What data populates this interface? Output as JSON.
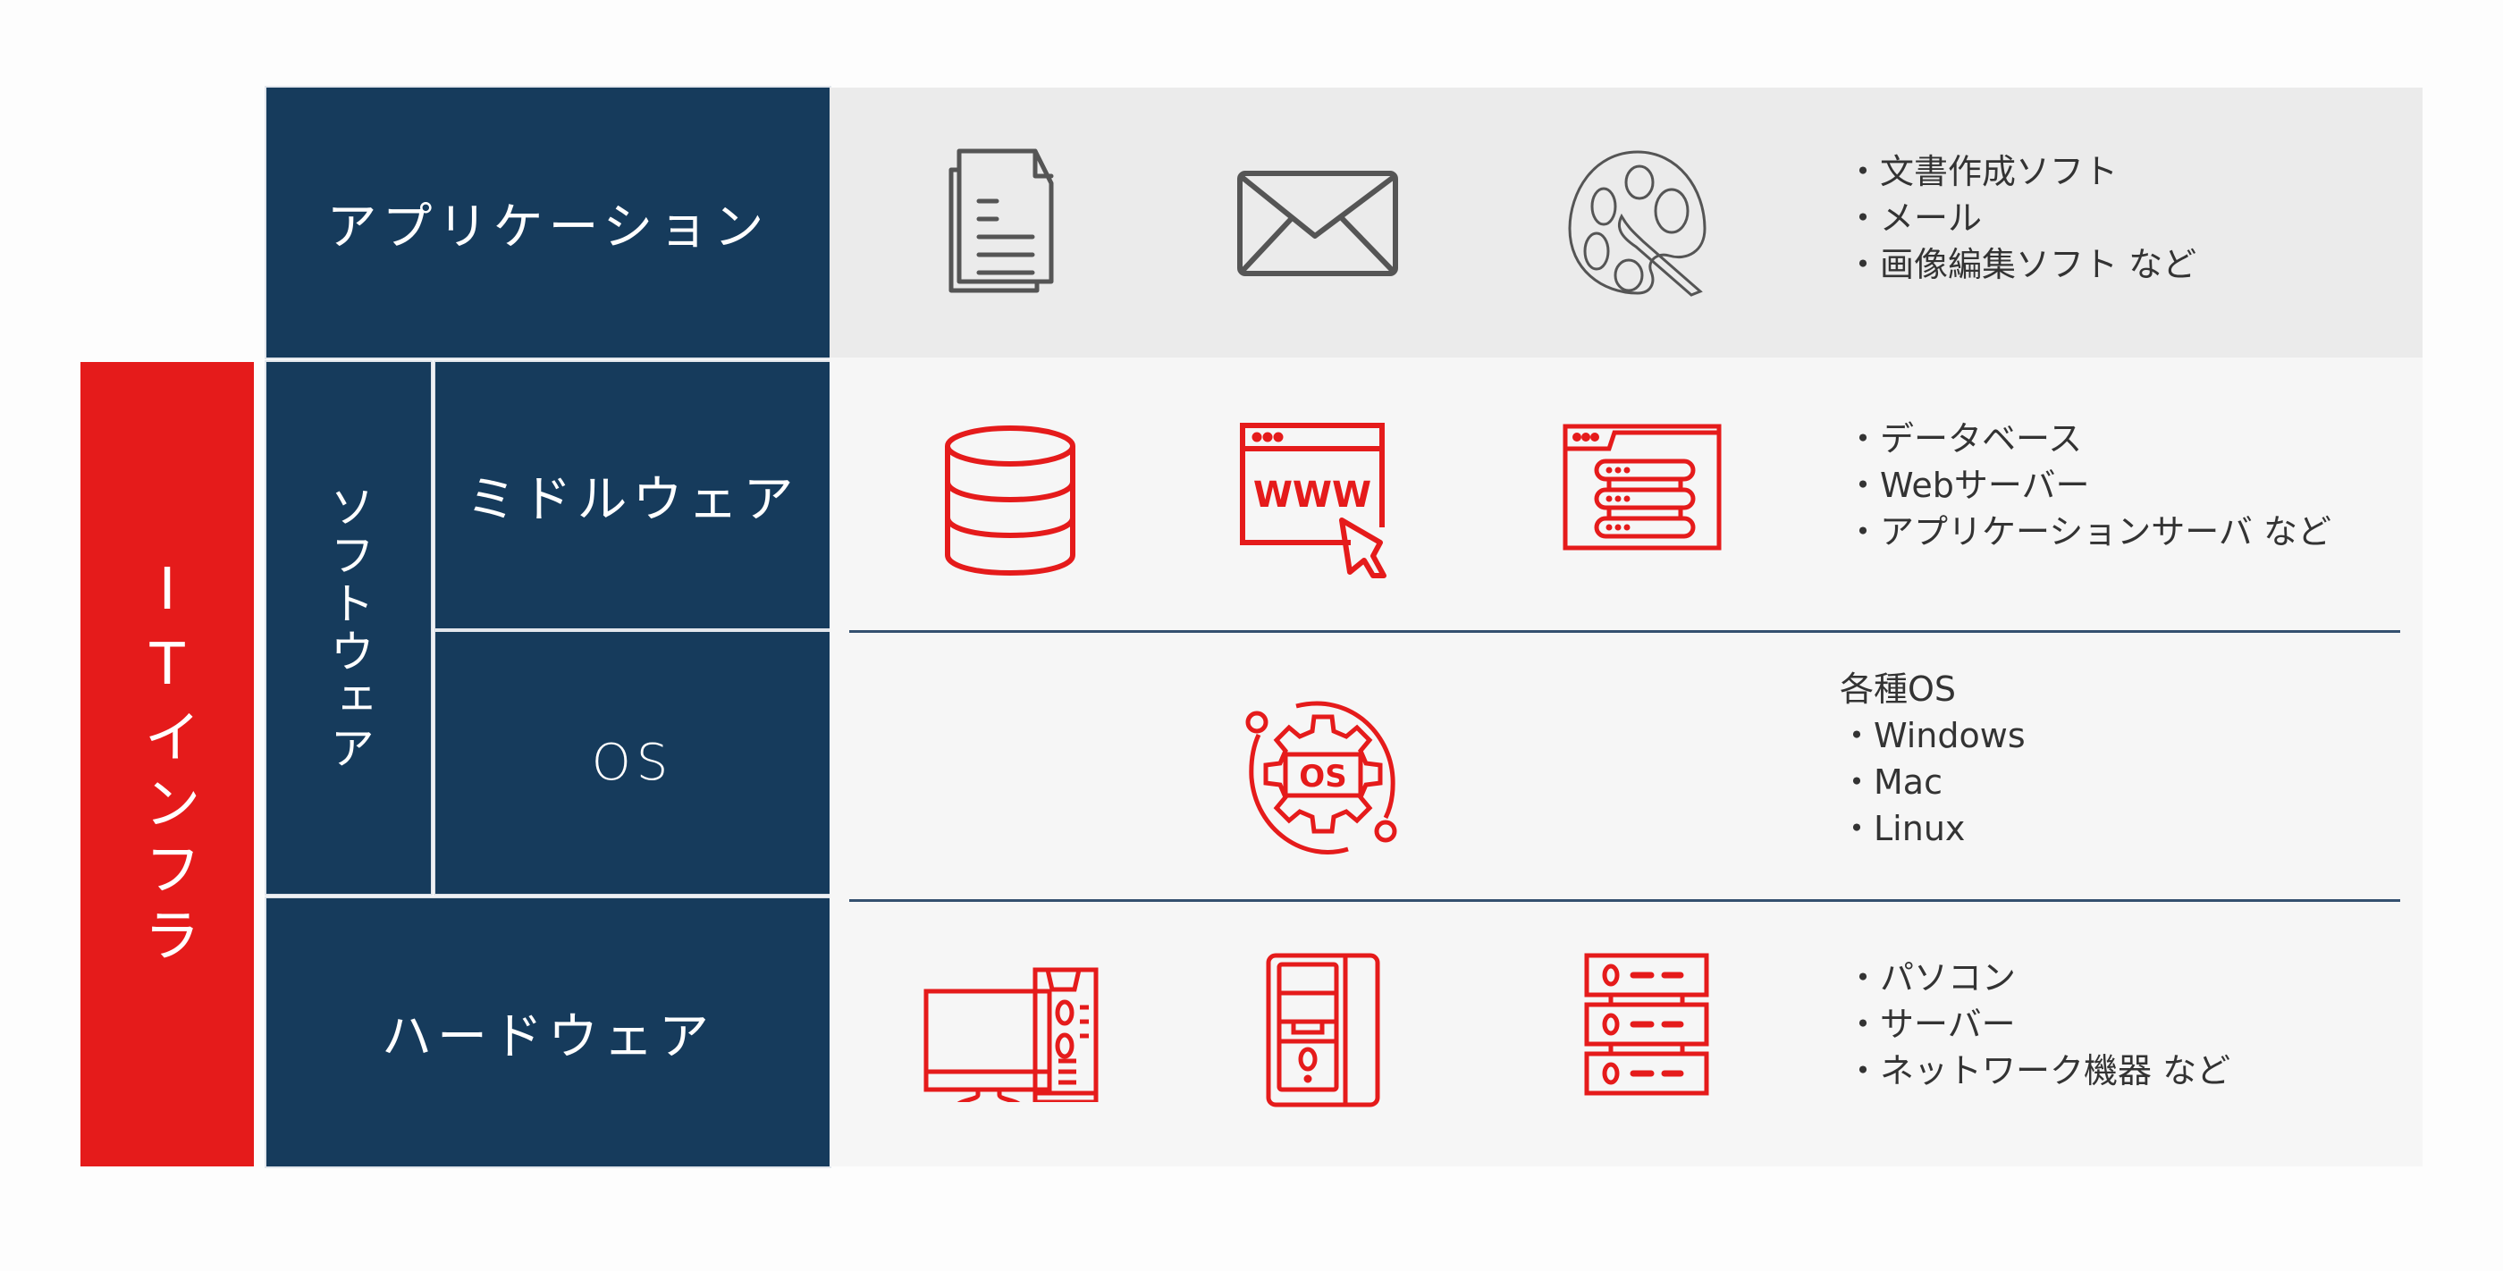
{
  "colors": {
    "navy": "#163b5c",
    "red": "#e51b1b",
    "icon_gray": "#555555",
    "panel_top": "#ebebeb",
    "panel_rest": "#f6f6f6"
  },
  "side_label": "ITインフラ",
  "software_label": "ソフトウェア",
  "layers": {
    "application": {
      "label": "アプリケーション",
      "icons": [
        "document-icon",
        "mail-icon",
        "palette-icon"
      ],
      "items": [
        "文書作成ソフト",
        "メール",
        "画像編集ソフト など"
      ]
    },
    "middleware": {
      "label": "ミドルウェア",
      "icons": [
        "database-icon",
        "web-browser-icon",
        "app-server-icon"
      ],
      "items": [
        "データベース",
        "Webサーバー",
        "アプリケーションサーバ など"
      ]
    },
    "os": {
      "label": "OS",
      "icons": [
        "os-gear-icon"
      ],
      "heading": "各種OS",
      "icon_text": "OS",
      "items": [
        "Windows",
        "Mac",
        "Linux"
      ]
    },
    "hardware": {
      "label": "ハードウェア",
      "icons": [
        "desktop-pc-icon",
        "tower-pc-icon",
        "server-rack-icon"
      ],
      "items": [
        "パソコン",
        "サーバー",
        "ネットワーク機器 など"
      ]
    }
  },
  "icon_text": {
    "www": "WWW"
  }
}
